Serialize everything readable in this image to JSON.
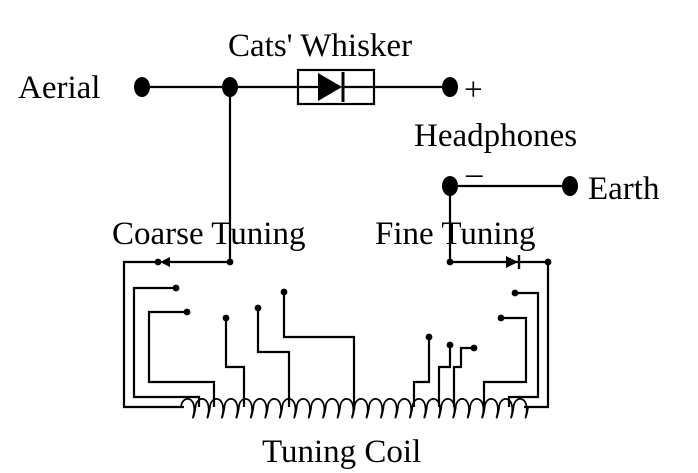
{
  "labels": {
    "cats_whisker": "Cats' Whisker",
    "aerial": "Aerial",
    "plus": "+",
    "headphones": "Headphones",
    "minus": "–",
    "earth": "Earth",
    "coarse_tuning": "Coarse Tuning",
    "fine_tuning": "Fine Tuning",
    "tuning_coil": "Tuning Coil"
  },
  "colors": {
    "ink": "#000000",
    "background": "#ffffff"
  },
  "components": [
    "terminal",
    "crystal-diode",
    "coarse-tuning-switch",
    "fine-tuning-switch",
    "tuning-coil"
  ]
}
